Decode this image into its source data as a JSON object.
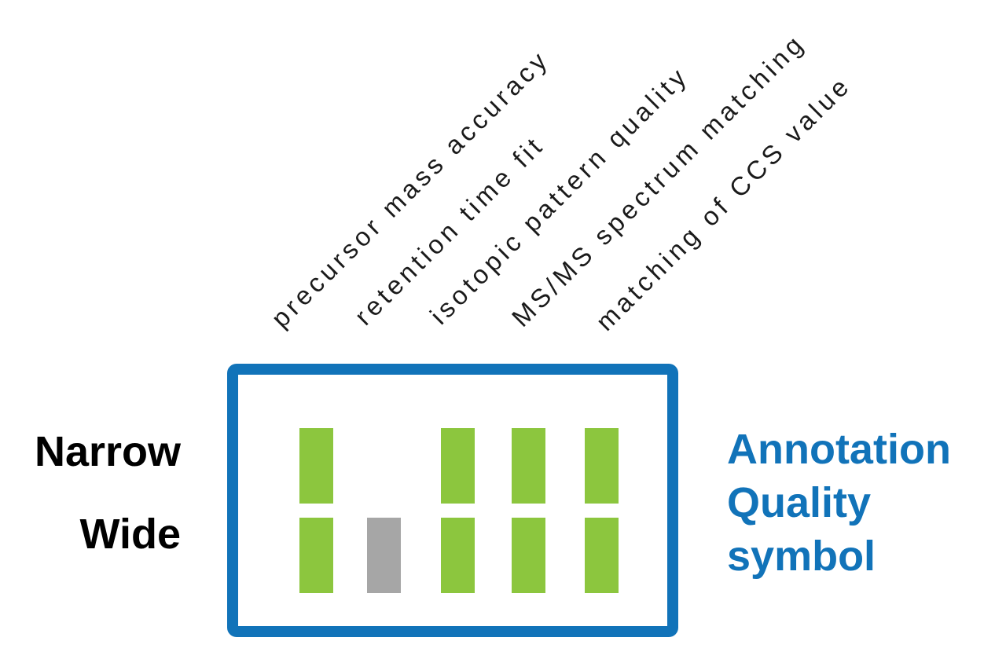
{
  "figure_type": "annotation-quality-symbol-legend",
  "criteria": [
    "precursor mass accuracy",
    "retention time fit",
    "isotopic pattern quality",
    "MS/MS spectrum matching",
    "matching of CCS value"
  ],
  "rows": {
    "narrow": "Narrow",
    "wide": "Wide"
  },
  "legend": {
    "lines": [
      "Annotation",
      "Quality",
      "symbol"
    ]
  },
  "colors": {
    "pass_green": "#8CC63E",
    "neutral_gray": "#A6A6A6",
    "accent_blue": "#1173B9",
    "label_black": "#1A1A1A"
  },
  "quality_grid": {
    "columns": [
      "precursor mass accuracy",
      "retention time fit",
      "isotopic pattern quality",
      "MS/MS spectrum matching",
      "matching of CCS value"
    ],
    "rows": [
      {
        "label": "Narrow",
        "cells": [
          "green",
          "none",
          "green",
          "green",
          "green"
        ]
      },
      {
        "label": "Wide",
        "cells": [
          "green",
          "gray",
          "green",
          "green",
          "green"
        ]
      }
    ]
  }
}
